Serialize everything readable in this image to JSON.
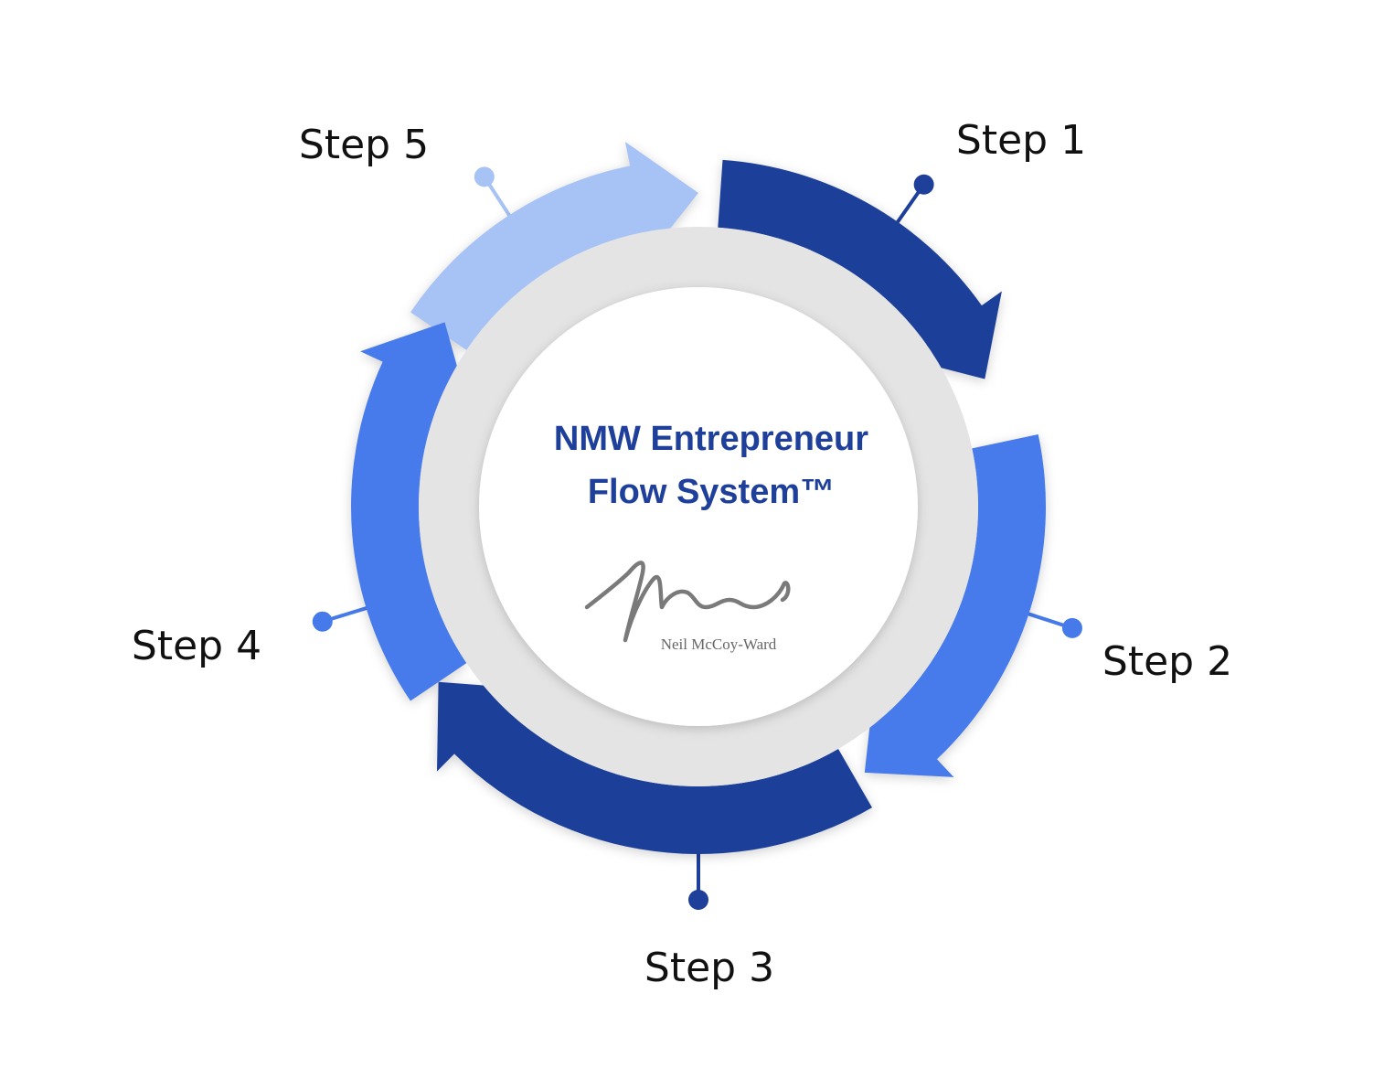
{
  "title": {
    "line1": "NMW Entrepreneur",
    "line2": "Flow System™"
  },
  "logo": {
    "text": "Neil McCoy-Ward"
  },
  "steps": [
    {
      "label": "Step 1",
      "color": "#1e3f9a"
    },
    {
      "label": "Step 2",
      "color": "#467aea"
    },
    {
      "label": "Step 3",
      "color": "#1e3f9a"
    },
    {
      "label": "Step 4",
      "color": "#467aea"
    },
    {
      "label": "Step 5",
      "color": "#a7c2f4"
    }
  ],
  "colors": {
    "title": "#1e3f9a",
    "inner_ring": "#e4e4e4",
    "center": "#ffffff",
    "signature": "#7a7a7a"
  }
}
